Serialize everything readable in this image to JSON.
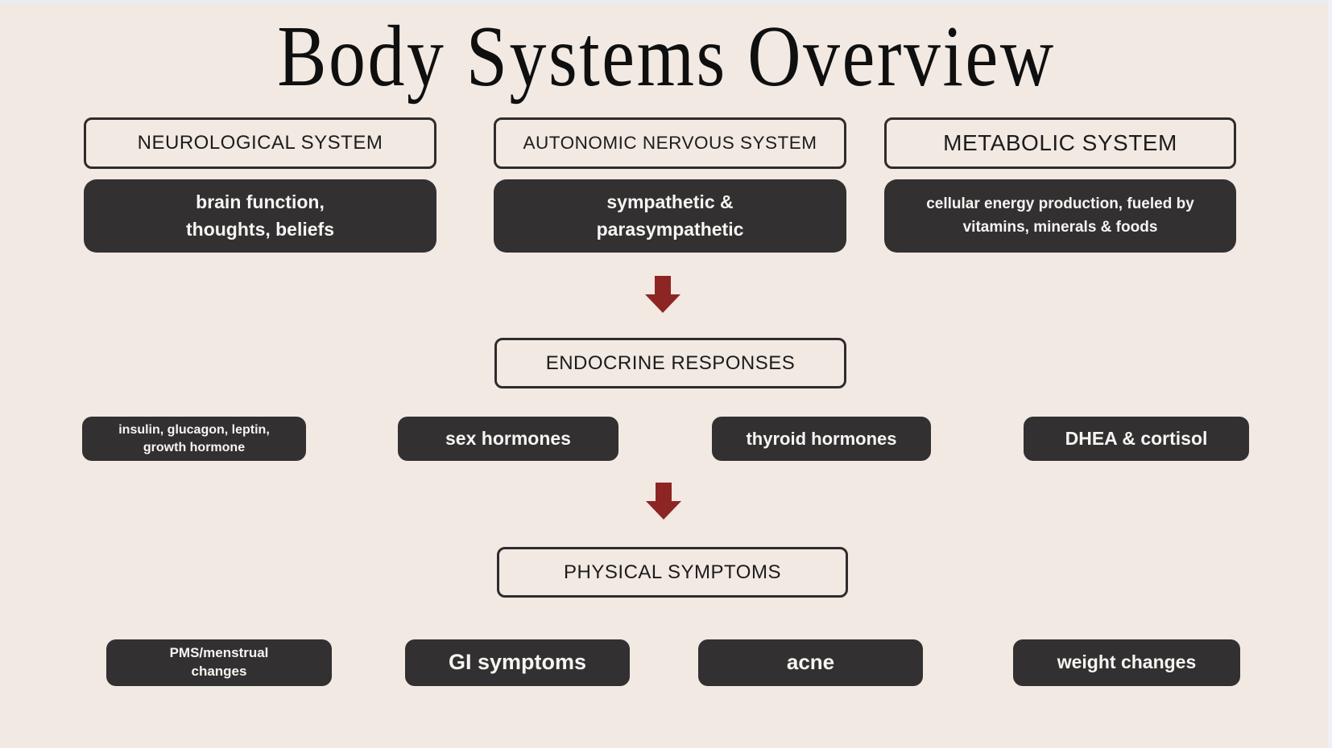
{
  "title": "Body Systems Overview",
  "colors": {
    "background": "#f1e9e2",
    "box_dark": "#323031",
    "box_outline_border": "#2e2c2d",
    "arrow_accent": "#8e2525",
    "text_light": "#f7f4f1",
    "text_dark": "#1c1c1c"
  },
  "systems": [
    {
      "name": "NEUROLOGICAL SYSTEM",
      "desc_line1": "brain function,",
      "desc_line2": "thoughts, beliefs"
    },
    {
      "name": "AUTONOMIC NERVOUS SYSTEM",
      "desc_line1": "sympathetic &",
      "desc_line2": "parasympathetic"
    },
    {
      "name": "METABOLIC SYSTEM",
      "desc_line1": "cellular energy production, fueled by",
      "desc_line2": "vitamins, minerals & foods"
    }
  ],
  "endocrine": {
    "header": "ENDOCRINE RESPONSES",
    "items": [
      {
        "line1": "insulin, glucagon, leptin,",
        "line2": "growth hormone"
      },
      {
        "line1": "sex hormones"
      },
      {
        "line1": "thyroid hormones"
      },
      {
        "line1": "DHEA & cortisol"
      }
    ]
  },
  "physical": {
    "header": "PHYSICAL SYMPTOMS",
    "items": [
      {
        "line1": "PMS/menstrual",
        "line2": "changes"
      },
      {
        "line1": "GI symptoms"
      },
      {
        "line1": "acne"
      },
      {
        "line1": "weight changes"
      }
    ]
  }
}
